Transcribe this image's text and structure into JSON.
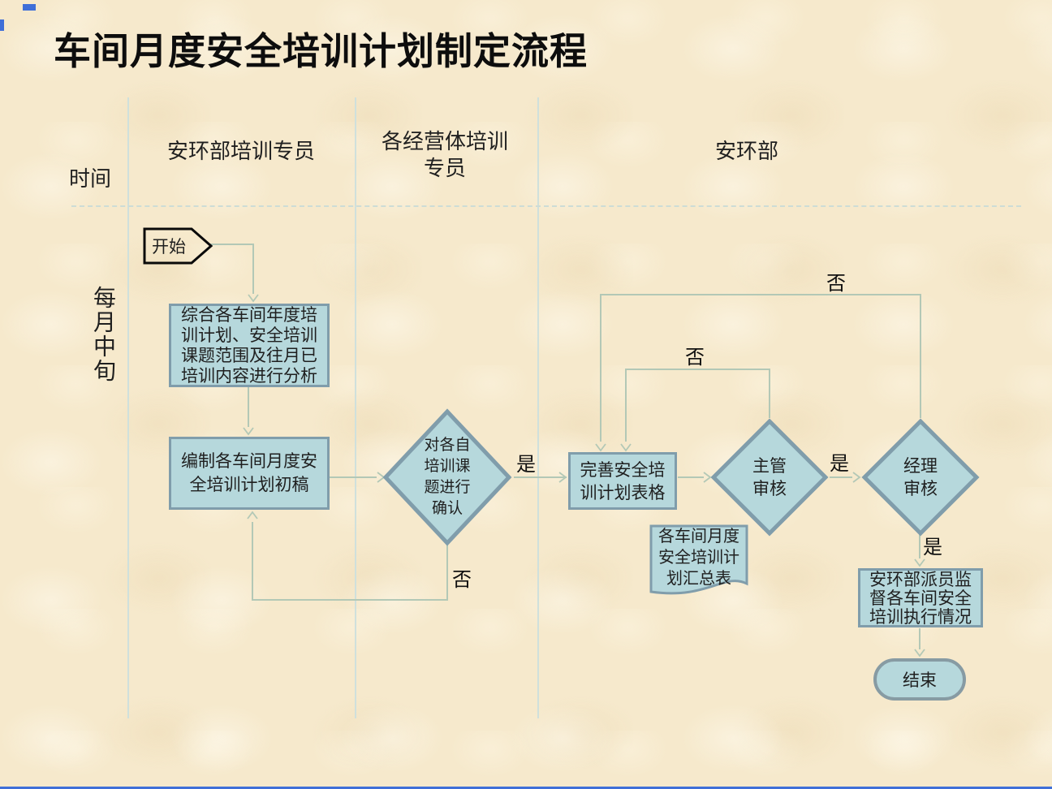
{
  "title": "车间月度安全培训计划制定流程",
  "lanes": {
    "time_header": "时间",
    "row_label": "每月中旬",
    "columns": [
      {
        "label": "安环部培训专员"
      },
      {
        "label": "各经营体培训\n专员"
      },
      {
        "label": "安环部"
      }
    ]
  },
  "nodes": {
    "start": {
      "label": "开始"
    },
    "analyze": {
      "label": "综合各车间年度培\n训计划、安全培训\n课题范围及往月已\n培训内容进行分析"
    },
    "draft": {
      "label": "编制各车间月度安\n全培训计划初稿"
    },
    "confirm": {
      "label": "对各自\n培训课\n题进行\n确认"
    },
    "improve": {
      "label": "完善安全培\n训计划表格"
    },
    "supervisor_review": {
      "label": "主管\n审核"
    },
    "manager_review": {
      "label": "经理\n审核"
    },
    "summary_doc": {
      "label": "各车间月度\n安全培训计\n划汇总表"
    },
    "supervise": {
      "label": "安环部派员监\n督各车间安全\n培训执行情况"
    },
    "end": {
      "label": "结束"
    }
  },
  "edge_labels": {
    "confirm_yes": "是",
    "confirm_no": "否",
    "supervisor_yes": "是",
    "supervisor_no": "否",
    "manager_yes": "是",
    "manager_no": "否"
  },
  "colors": {
    "background": "#f6e9cc",
    "node_fill": "#b6d8dc",
    "node_border": "#809dab",
    "connector": "#b3c8b6",
    "lane_line": "#cfe0dc",
    "text": "#1f1f1f",
    "edge_strip": "#3f6fd8"
  }
}
